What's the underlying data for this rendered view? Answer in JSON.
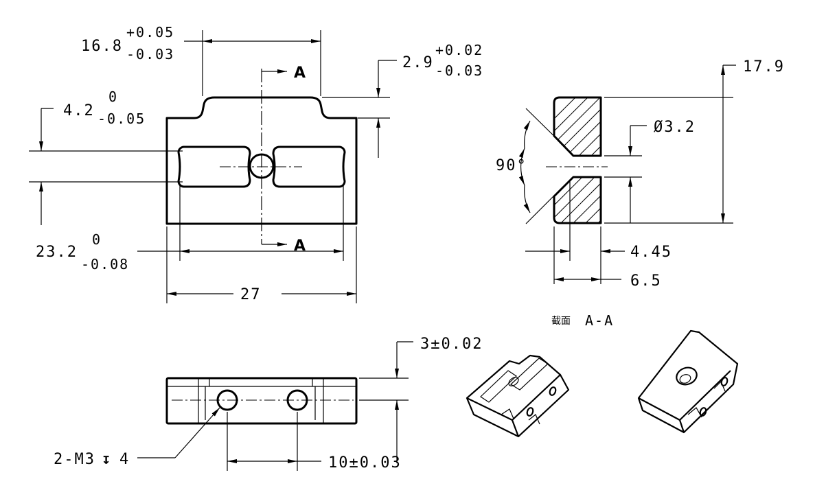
{
  "front_view": {
    "dim_top_width": {
      "value": "16.8",
      "tol_upper": "+0.05",
      "tol_lower": "-0.03"
    },
    "dim_step_height": {
      "value": "2.9",
      "tol_upper": "+0.02",
      "tol_lower": "-0.03"
    },
    "dim_slot_width": {
      "value": "4.2",
      "tol_upper": "0",
      "tol_lower": "-0.05"
    },
    "dim_slot_span": {
      "value": "23.2",
      "tol_upper": "0",
      "tol_lower": "-0.08"
    },
    "dim_overall_width": {
      "value": "27"
    },
    "section_label_top": "A",
    "section_label_bottom": "A"
  },
  "section_view": {
    "dim_height": "17.9",
    "dim_hole_dia": "Ø3.2",
    "dim_angle": "90°",
    "dim_depth_small": "4.45",
    "dim_thickness": "6.5",
    "caption_prefix": "截面",
    "caption_name": "A-A"
  },
  "bottom_view": {
    "dim_thickness": "3±0.02",
    "dim_hole_pitch": "10±0.03",
    "callout_thread": "2-M3",
    "callout_depth_symbol": "↧",
    "callout_depth": "4"
  },
  "isometric_views": [
    {
      "name": "iso-view-top"
    },
    {
      "name": "iso-view-bottom"
    }
  ]
}
